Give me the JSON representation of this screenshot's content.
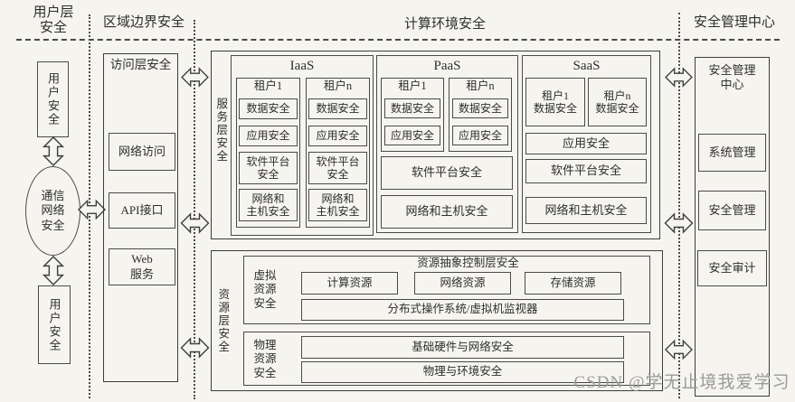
{
  "page": {
    "bg_color": "#f5f4ef",
    "line_color": "#3f3f3f",
    "watermark": "CSDN @学无止境我爱学习"
  },
  "headers": {
    "user_layer": "用户层\n安全",
    "boundary": "区域边界安全",
    "computing": "计算环境安全",
    "mgmt": "安全管理中心"
  },
  "user_layer": {
    "user_top": "用户安全",
    "comm_network": "通信\n网络\n安全",
    "user_bottom": "用户安全"
  },
  "boundary": {
    "title": "访问层安全",
    "items": [
      {
        "label": "网络访问"
      },
      {
        "label": "API接口"
      },
      {
        "label": "Web\n服务"
      }
    ]
  },
  "service_layer": {
    "label": "服务层安全",
    "iaas": {
      "title": "IaaS",
      "tenants": [
        {
          "title": "租户1",
          "items": [
            "数据安全",
            "应用安全",
            "软件平台\n安全",
            "网络和\n主机安全"
          ]
        },
        {
          "title": "租户n",
          "items": [
            "数据安全",
            "应用安全",
            "软件平台\n安全",
            "网络和\n主机安全"
          ]
        }
      ]
    },
    "paas": {
      "title": "PaaS",
      "tenants": [
        {
          "title": "租户1",
          "items": [
            "数据安全",
            "应用安全"
          ]
        },
        {
          "title": "租户n",
          "items": [
            "数据安全",
            "应用安全"
          ]
        }
      ],
      "shared": [
        "软件平台安全",
        "网络和主机安全"
      ]
    },
    "saas": {
      "title": "SaaS",
      "tenants": [
        "租户1\n数据安全",
        "租户n\n数据安全"
      ],
      "shared": [
        "应用安全",
        "软件平台安全",
        "网络和主机安全"
      ]
    }
  },
  "resource_layer": {
    "label": "资源层安全",
    "virtual": {
      "label": "虚拟\n资源\n安全",
      "title": "资源抽象控制层安全",
      "resources": [
        "计算资源",
        "网络资源",
        "存储资源"
      ],
      "bottom": "分布式操作系统/虚拟机监视器"
    },
    "physical": {
      "label": "物理\n资源\n安全",
      "items": [
        "基础硬件与网络安全",
        "物理与环境安全"
      ]
    }
  },
  "mgmt": {
    "title": "安全管理\n中心",
    "items": [
      "系统管理",
      "安全管理",
      "安全审计"
    ]
  }
}
